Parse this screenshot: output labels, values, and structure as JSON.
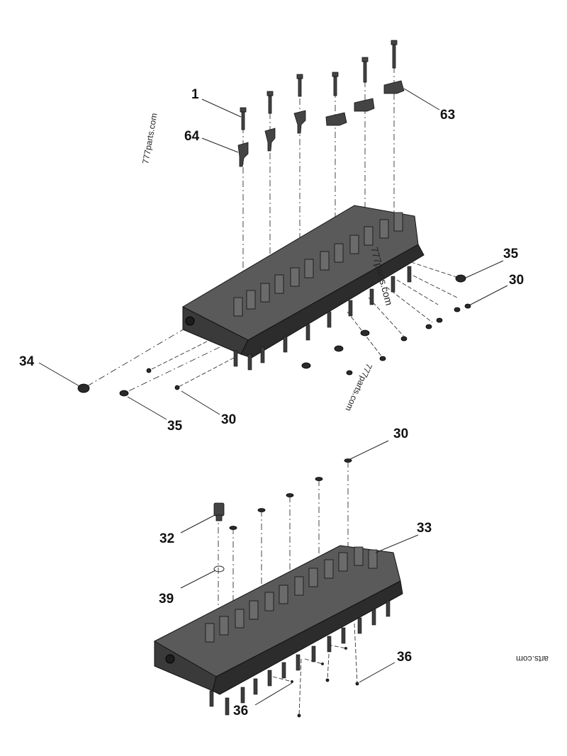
{
  "watermarks": {
    "w1": "777parts.com",
    "w2": "777parts.com",
    "w3": "777parts.com",
    "w4": "arts.com"
  },
  "callouts": {
    "c1": "1",
    "c64": "64",
    "c63": "63",
    "c35a": "35",
    "c30a": "30",
    "c34": "34",
    "c35b": "35",
    "c30b": "30",
    "c30c": "30",
    "c32": "32",
    "c33": "33",
    "c39": "39",
    "c36a": "36",
    "c36b": "36"
  }
}
